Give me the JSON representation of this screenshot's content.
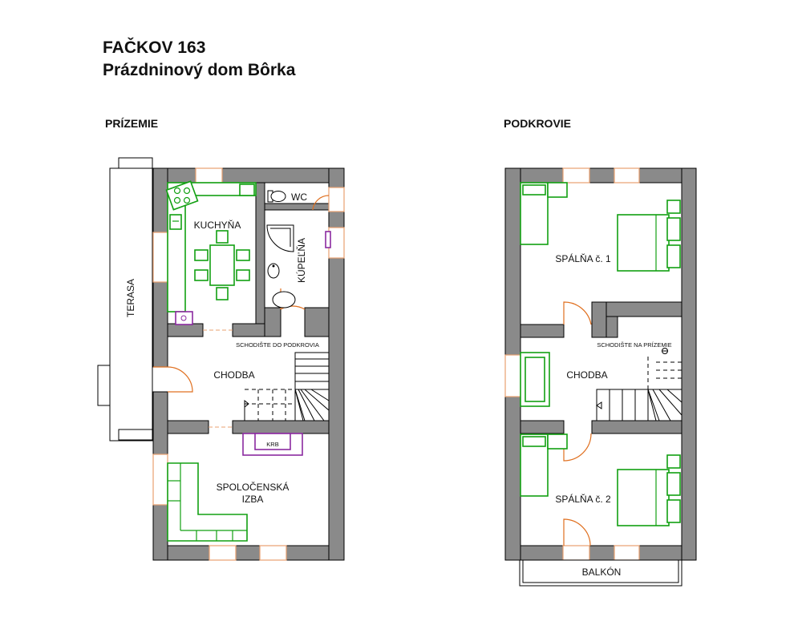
{
  "title": {
    "line1": "FAČKOV 163",
    "line2": "Prázdninový dom Bôrka"
  },
  "floors": {
    "ground": {
      "label": "PRÍZEMIE",
      "rooms": {
        "kitchen": "KUCHYŇA",
        "wc": "WC",
        "bathroom": "KÚPEĽŇA",
        "hall": "CHODBA",
        "stairs_note": "SCHODIŠTE DO PODKROVIA",
        "living_line1": "SPOLOČENSKÁ",
        "living_line2": "IZBA",
        "fireplace": "KRB",
        "terrace": "TERASA"
      }
    },
    "attic": {
      "label": "PODKROVIE",
      "rooms": {
        "bedroom1": "SPÁLŇA č. 1",
        "hall": "CHODBA",
        "stairs_note": "SCHODIŠTE NA PRÍZEMIE",
        "bedroom2": "SPÁLŇA č. 2",
        "balcony": "BALKÓN"
      }
    }
  },
  "colors": {
    "wall": "#8a8a8a",
    "furniture": "#12a012",
    "door": "#e07020",
    "window": "#e8a070",
    "fireplace": "#8a2aa0"
  }
}
